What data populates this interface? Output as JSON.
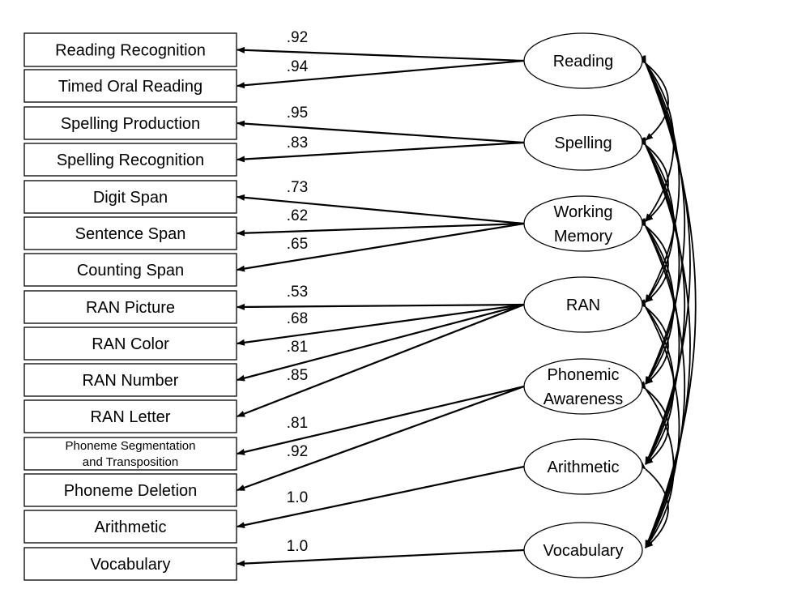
{
  "indicators": [
    {
      "lines": [
        "Reading Recognition"
      ]
    },
    {
      "lines": [
        "Timed Oral Reading"
      ]
    },
    {
      "lines": [
        "Spelling Production"
      ]
    },
    {
      "lines": [
        "Spelling Recognition"
      ]
    },
    {
      "lines": [
        "Digit Span"
      ]
    },
    {
      "lines": [
        "Sentence Span"
      ]
    },
    {
      "lines": [
        "Counting Span"
      ]
    },
    {
      "lines": [
        "RAN Picture"
      ]
    },
    {
      "lines": [
        "RAN Color"
      ]
    },
    {
      "lines": [
        "RAN Number"
      ]
    },
    {
      "lines": [
        "RAN Letter"
      ]
    },
    {
      "lines": [
        "Phoneme Segmentation",
        "and Transposition"
      ]
    },
    {
      "lines": [
        "Phoneme Deletion"
      ]
    },
    {
      "lines": [
        "Arithmetic"
      ]
    },
    {
      "lines": [
        "Vocabulary"
      ]
    }
  ],
  "factors": [
    {
      "lines": [
        "Reading"
      ]
    },
    {
      "lines": [
        "Spelling"
      ]
    },
    {
      "lines": [
        "Working",
        "Memory"
      ]
    },
    {
      "lines": [
        "RAN"
      ]
    },
    {
      "lines": [
        "Phonemic",
        "Awareness"
      ]
    },
    {
      "lines": [
        "Arithmetic"
      ]
    },
    {
      "lines": [
        "Vocabulary"
      ]
    }
  ],
  "loadings": [
    {
      "factor": 0,
      "indicator": 0,
      "value": ".92"
    },
    {
      "factor": 0,
      "indicator": 1,
      "value": ".94"
    },
    {
      "factor": 1,
      "indicator": 2,
      "value": ".95"
    },
    {
      "factor": 1,
      "indicator": 3,
      "value": ".83"
    },
    {
      "factor": 2,
      "indicator": 4,
      "value": ".73"
    },
    {
      "factor": 2,
      "indicator": 5,
      "value": ".62"
    },
    {
      "factor": 2,
      "indicator": 6,
      "value": ".65"
    },
    {
      "factor": 3,
      "indicator": 7,
      "value": ".53"
    },
    {
      "factor": 3,
      "indicator": 8,
      "value": ".68"
    },
    {
      "factor": 3,
      "indicator": 9,
      "value": ".81"
    },
    {
      "factor": 3,
      "indicator": 10,
      "value": ".85"
    },
    {
      "factor": 4,
      "indicator": 11,
      "value": ".81"
    },
    {
      "factor": 4,
      "indicator": 12,
      "value": ".92"
    },
    {
      "factor": 5,
      "indicator": 13,
      "value": "1.0"
    },
    {
      "factor": 6,
      "indicator": 14,
      "value": "1.0"
    }
  ],
  "correlations": [
    [
      0,
      1
    ],
    [
      0,
      2
    ],
    [
      0,
      3
    ],
    [
      0,
      4
    ],
    [
      0,
      5
    ],
    [
      0,
      6
    ],
    [
      1,
      2
    ],
    [
      1,
      3
    ],
    [
      1,
      4
    ],
    [
      1,
      5
    ],
    [
      1,
      6
    ],
    [
      2,
      3
    ],
    [
      2,
      4
    ],
    [
      2,
      5
    ],
    [
      2,
      6
    ],
    [
      3,
      4
    ],
    [
      3,
      5
    ],
    [
      3,
      6
    ],
    [
      4,
      5
    ],
    [
      4,
      6
    ],
    [
      5,
      6
    ]
  ]
}
